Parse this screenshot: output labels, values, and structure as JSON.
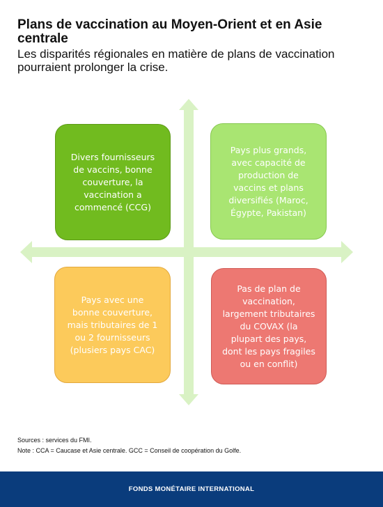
{
  "header": {
    "title": "Plans de vaccination au Moyen-Orient et en Asie centrale",
    "subtitle": "Les disparités régionales en matière de plans de vaccination pourraient prolonger la crise."
  },
  "quadrants": [
    {
      "text": "Divers fournisseurs\nde vaccins, bonne\ncouverture,  la\nvaccination a\ncommencé (CCG)",
      "color": "#71bb1f"
    },
    {
      "text": "Pays plus grands,\navec capacité de\nproduction  de\nvaccins et plans\ndiversifiés (Maroc,\nÉgypte, Pakistan)",
      "color": "#a9e572"
    },
    {
      "text": "Pays avec une\nbonne couverture,\nmais tributaires de 1\nou 2 fournisseurs\n(plusiers pays CAC)",
      "color": "#fcca5b"
    },
    {
      "text": "Pas de plan de\nvaccination,\nlargement tributaires\ndu  COVAX (la\nplupart des pays,\ndont les pays fragiles\nou en conflit)",
      "color": "#ed7872"
    }
  ],
  "arrow_color": "#d9f2c4",
  "notes": {
    "sources": "Sources : services du FMI.",
    "note": "Note : CCA = Caucase et Asie centrale. GCC = Conseil de coopération du Golfe."
  },
  "footer": {
    "org": "FONDS MONÉTAIRE INTERNATIONAL"
  }
}
